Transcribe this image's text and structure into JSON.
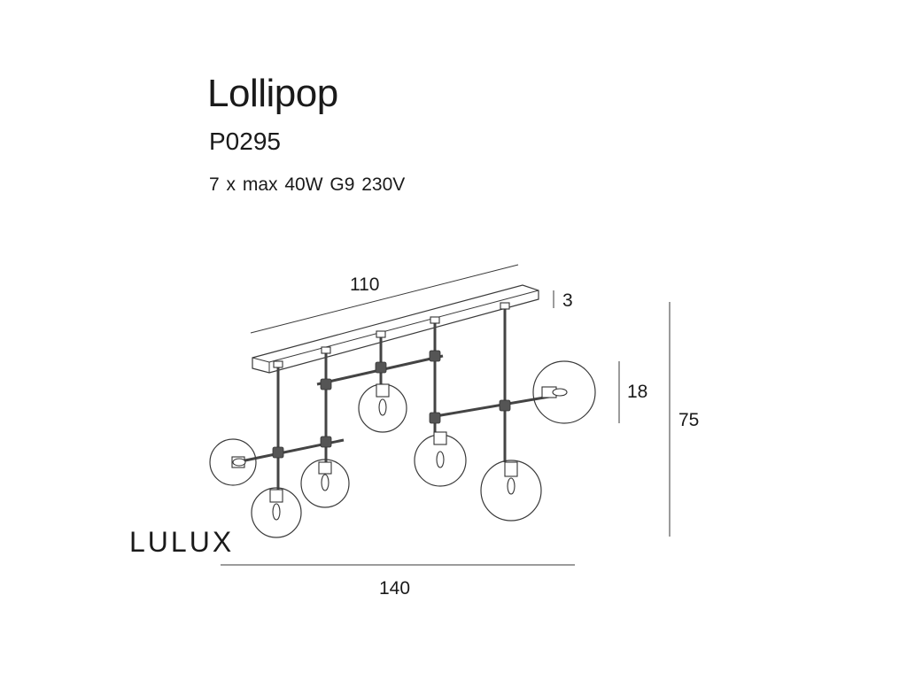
{
  "product": {
    "name": "Lollipop",
    "code": "P0295",
    "spec": "7 x  max 40W G9 230V"
  },
  "brand": "LULUX",
  "dimensions": {
    "canopy_length": "110",
    "canopy_height": "3",
    "globe_diameter": "18",
    "total_height": "75",
    "total_width": "140"
  },
  "colors": {
    "line": "#3a3a3a",
    "text": "#1a1a1a"
  }
}
